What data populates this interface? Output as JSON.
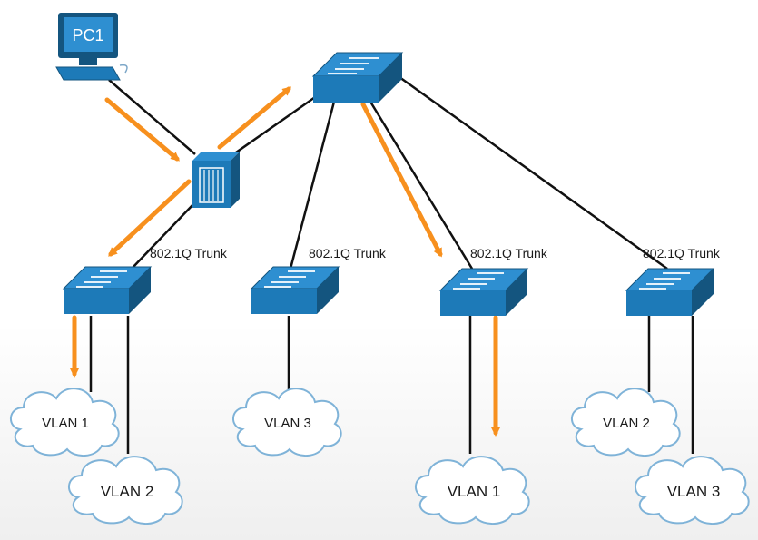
{
  "pc": {
    "label": "PC1"
  },
  "trunk_label": "802.1Q Trunk",
  "clouds": {
    "sw1_a": "VLAN 1",
    "sw1_b": "VLAN 2",
    "sw2_a": "VLAN 3",
    "sw3_a": "VLAN 1",
    "sw4_a": "VLAN 2",
    "sw4_b": "VLAN 3"
  },
  "colors": {
    "device_blue": "#1d7ab8",
    "device_dark": "#14557f",
    "arrow_orange": "#f7901e",
    "link_black": "#111111",
    "cloud_stroke": "#7fb3d8"
  }
}
